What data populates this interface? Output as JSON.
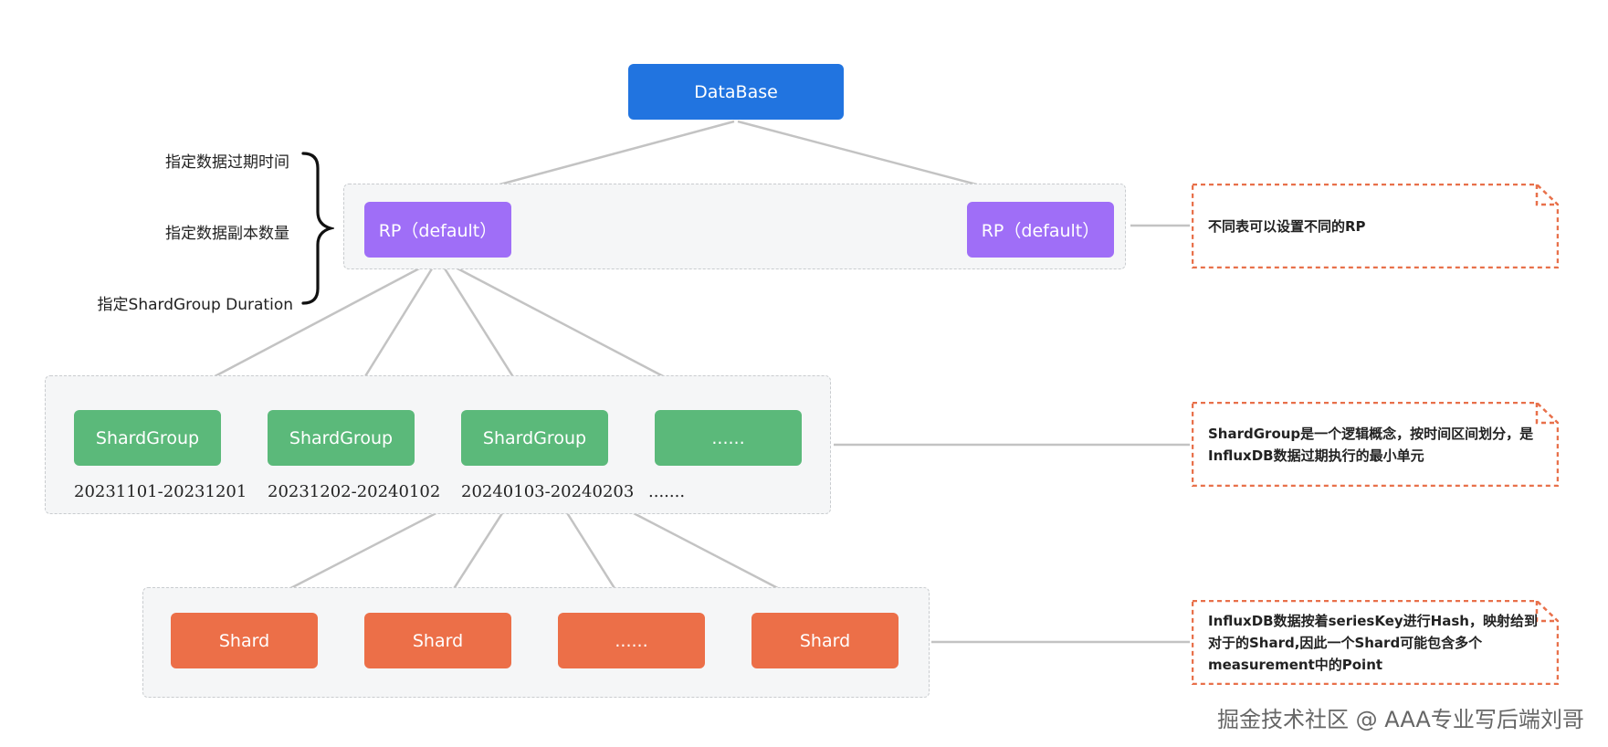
{
  "database": {
    "label": "DataBase"
  },
  "retention_policies": [
    {
      "label": "RP（default）"
    },
    {
      "label": "RP（default）"
    }
  ],
  "rp_attributes": [
    "指定数据过期时间",
    "指定数据副本数量",
    "指定ShardGroup Duration"
  ],
  "shard_groups": [
    {
      "label": "ShardGroup",
      "range": "20231101-20231201"
    },
    {
      "label": "ShardGroup",
      "range": "20231202-20240102"
    },
    {
      "label": "ShardGroup",
      "range": "20240103-20240203"
    },
    {
      "label": "......",
      "range": "......."
    }
  ],
  "shards": [
    {
      "label": "Shard"
    },
    {
      "label": "Shard"
    },
    {
      "label": "......"
    },
    {
      "label": "Shard"
    }
  ],
  "notes": {
    "rp": "不同表可以设置不同的RP",
    "shardgroup": "ShardGroup是一个逻辑概念，按时间区间划分，是InfluxDB数据过期执行的最小单元",
    "shard": "InfluxDB数据按着seriesKey进行Hash，映射给到对于的Shard,因此一个Shard可能包含多个measurement中的Point"
  },
  "watermark": "掘金技术社区 @ AAA专业写后端刘哥",
  "colors": {
    "database": "#2174e0",
    "rp": "#9f6ef7",
    "shardgroup": "#5bb97a",
    "shard": "#ec6f48",
    "note_border": "#e8704a",
    "connector": "#c3c3c3"
  }
}
